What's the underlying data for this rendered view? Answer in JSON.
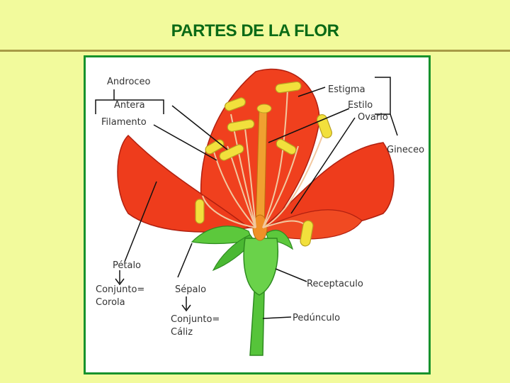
{
  "title": "PARTES DE LA FLOR",
  "labels": {
    "androceo": "Androceo",
    "antera": "Antera",
    "filamento": "Filamento",
    "estigma": "Estigma",
    "estilo": "Estilo",
    "ovario": "Ovario",
    "gineceo": "Gineceo",
    "petalo": "Pétalo",
    "conjunto_corola_1": "Conjunto=",
    "corola": "Corola",
    "sepalo": "Sépalo",
    "conjunto_caliz_1": "Conjunto=",
    "caliz": "Cáliz",
    "receptaculo": "Receptaculo",
    "pedunculo": "Pedúnculo"
  },
  "colors": {
    "background": "#f2fa9c",
    "title": "#0a6a16",
    "frame": "#17922c",
    "petal": "#f0401e",
    "sepal": "#5cc83c",
    "anther": "#f2e03c",
    "style": "#f0a030"
  }
}
